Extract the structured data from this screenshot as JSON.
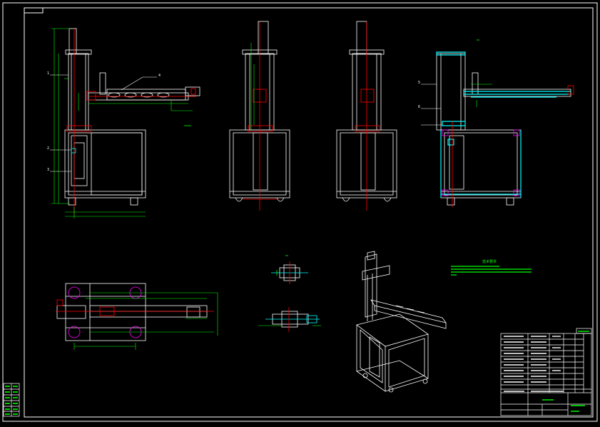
{
  "drawing": {
    "background": "#000000",
    "colors": {
      "outline": "#ffffff",
      "dimension": "#00ff00",
      "center_line": "#ff0000",
      "hidden_part": "#00ffff",
      "frame_detail": "#ff00ff",
      "leader_text": "#ffffff"
    },
    "views": [
      {
        "id": "front-view",
        "label": "front elevation with arm"
      },
      {
        "id": "side-view-1",
        "label": "side elevation"
      },
      {
        "id": "side-view-2",
        "label": "rear elevation"
      },
      {
        "id": "section-view",
        "label": "section with arm"
      },
      {
        "id": "top-view",
        "label": "plan view"
      },
      {
        "id": "isometric-view",
        "label": "isometric"
      },
      {
        "id": "detail-a",
        "label": "detail A"
      },
      {
        "id": "detail-b",
        "label": "detail B"
      }
    ],
    "part_callouts": [
      "1",
      "2",
      "3",
      "4",
      "5",
      "6"
    ],
    "notes_heading": "技术要求",
    "notes_lines": 4,
    "title_block": {
      "title": "",
      "rows": 16,
      "cols": 8
    },
    "revision_block": {
      "rows": 6
    }
  }
}
